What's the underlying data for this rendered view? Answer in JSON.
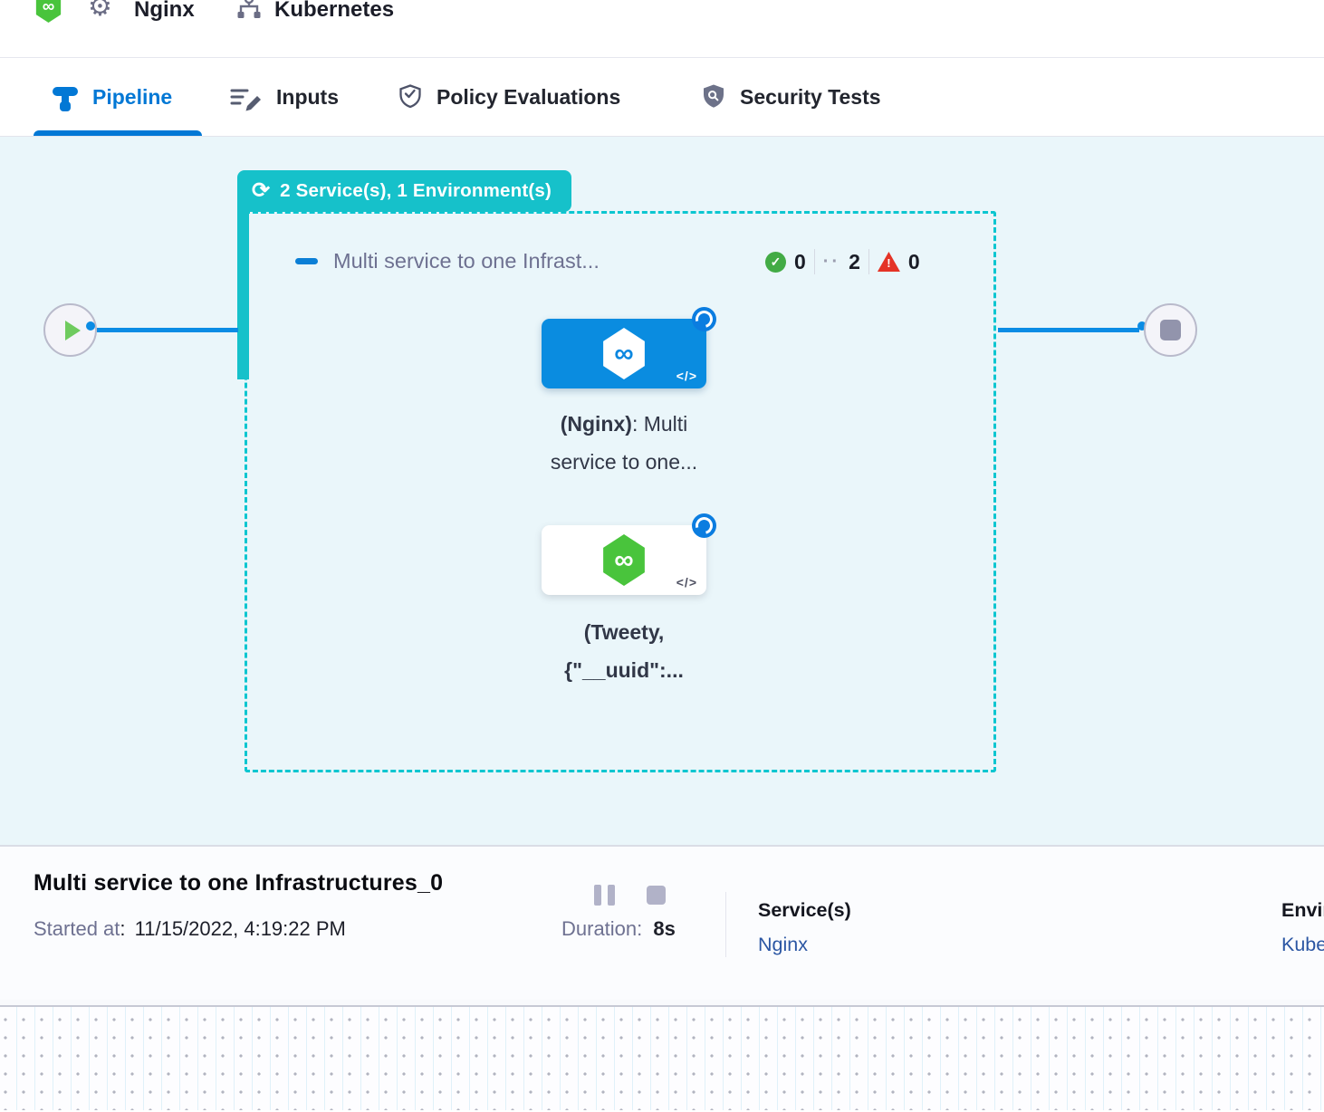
{
  "header": {
    "pipeline_name": "Nginx",
    "environment_name": "Kubernetes"
  },
  "tabs": [
    {
      "label": "Pipeline",
      "active": true
    },
    {
      "label": "Inputs",
      "active": false
    },
    {
      "label": "Policy Evaluations",
      "active": false
    },
    {
      "label": "Security Tests",
      "active": false
    }
  ],
  "canvas": {
    "group_badge": "2 Service(s), 1 Environment(s)",
    "group_title": "Multi service to one Infrast...",
    "counts": {
      "success": "0",
      "running": "2",
      "failed": "0"
    },
    "stage1": {
      "bold": "(Nginx)",
      "rest": ": Multi",
      "line2": "service to one..."
    },
    "stage2": {
      "line1": "(Tweety,",
      "line2": "{\"__uuid\":..."
    }
  },
  "footer": {
    "title": "Multi service to one Infrastructures_0",
    "started_label": "Started at",
    "started_sep": ":",
    "started_value": "11/15/2022, 4:19:22 PM",
    "duration_label": "Duration:",
    "duration_value": "8s",
    "services_label": "Service(s)",
    "services_value": "Nginx",
    "environments_label": "Environment(s)",
    "environments_value": "Kubernetes"
  },
  "icons": {
    "refresh": "⟳",
    "gear": "⚙",
    "infinity": "∞",
    "code": "</>",
    "check": "✓",
    "exclamation": "!",
    "running_dots": "··"
  },
  "colors": {
    "primary_blue": "#0278d5",
    "teal": "#16c1ca",
    "card_blue": "#0a8ce0",
    "success_green": "#42ab45",
    "error_red": "#e43326",
    "link_blue": "#2b56a3",
    "canvas_bg": "#eaf6fa"
  }
}
